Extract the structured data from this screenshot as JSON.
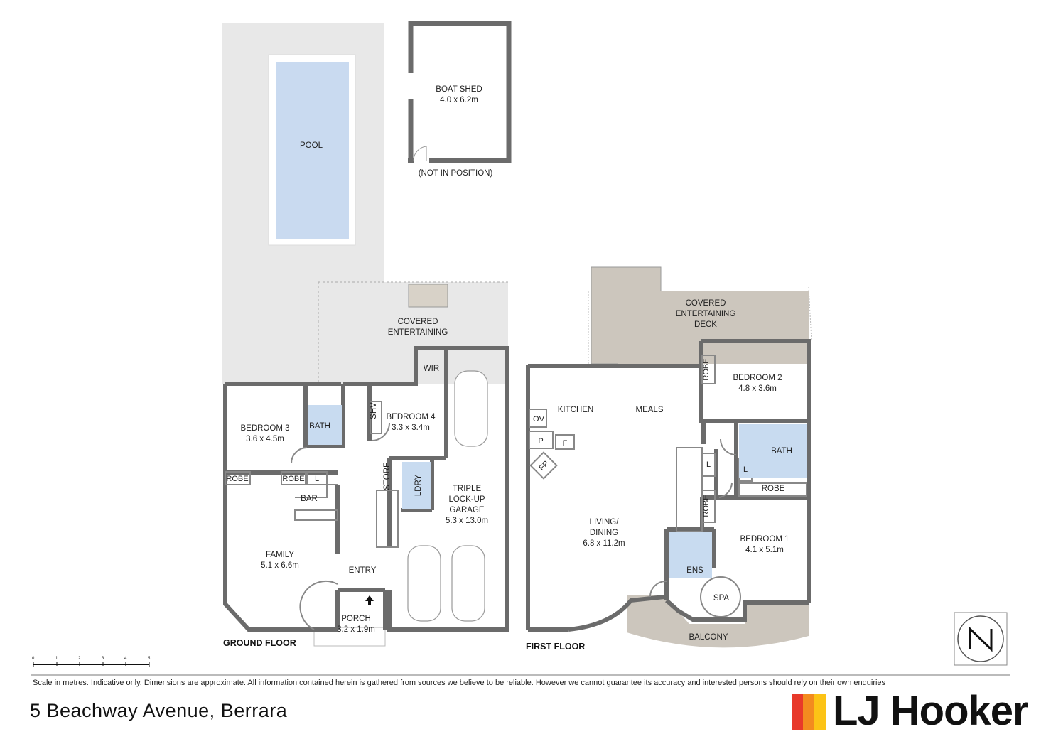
{
  "floorplan": {
    "ground_floor_label": "GROUND FLOOR",
    "first_floor_label": "FIRST FLOOR",
    "outbuildings": {
      "pool": {
        "name": "POOL"
      },
      "boat_shed": {
        "name": "BOAT SHED",
        "size": "4.0 x 6.2m",
        "note": "(NOT IN POSITION)"
      }
    },
    "ground_rooms": {
      "covered_entertaining_1": "COVERED",
      "covered_entertaining_2": "ENTERTAINING",
      "bedroom3": {
        "name": "BEDROOM 3",
        "size": "3.6 x 4.5m"
      },
      "bath": "BATH",
      "bedroom4": {
        "name": "BEDROOM 4",
        "size": "3.3 x 3.4m"
      },
      "shv": "SHV",
      "wir": "WIR",
      "robe1": "ROBE",
      "robe2": "ROBE",
      "l": "L",
      "bar": "BAR",
      "store": "STORE",
      "ldry": "LDRY",
      "garage_1": "TRIPLE",
      "garage_2": "LOCK-UP",
      "garage_3": "GARAGE",
      "garage_size": "5.3 x 13.0m",
      "family": {
        "name": "FAMILY",
        "size": "5.1 x 6.6m"
      },
      "entry": "ENTRY",
      "porch": {
        "name": "PORCH",
        "size": "3.2 x 1.9m"
      }
    },
    "first_rooms": {
      "deck_1": "COVERED",
      "deck_2": "ENTERTAINING",
      "deck_3": "DECK",
      "kitchen": "KITCHEN",
      "meals": "MEALS",
      "ov": "OV",
      "p": "P",
      "f": "F",
      "fp": "FP",
      "robe_top": "ROBE",
      "bedroom2": {
        "name": "BEDROOM 2",
        "size": "4.8 x 3.6m"
      },
      "bath": "BATH",
      "l1": "L",
      "l2": "L",
      "robe_mid": "ROBE",
      "robe_side": "ROBE",
      "living_1": "LIVING/",
      "living_2": "DINING",
      "living_size": "6.8 x 11.2m",
      "bedroom1": {
        "name": "BEDROOM 1",
        "size": "4.1 x 5.1m"
      },
      "ens": "ENS",
      "spa": "SPA",
      "balcony": "BALCONY"
    },
    "scale_ticks": [
      "0",
      "1",
      "2",
      "3",
      "4",
      "5"
    ]
  },
  "footer": {
    "disclaimer": "Scale in metres. Indicative only. Dimensions are approximate. All information contained herein is gathered from sources we believe to be reliable. However we cannot guarantee its accuracy and interested persons should rely on their own enquiries",
    "address": "5 Beachway Avenue, Berrara",
    "brand": "LJ Hooker",
    "brand_colors": [
      "#e8392a",
      "#f38b1f",
      "#fcc316"
    ]
  },
  "colors": {
    "wall": "#6b6b6b",
    "outdoor_grey": "#e8e8e8",
    "pool_water": "#c9daf0",
    "wet_area": "#c8dbf0",
    "deck_brown": "#ccc6bd"
  }
}
